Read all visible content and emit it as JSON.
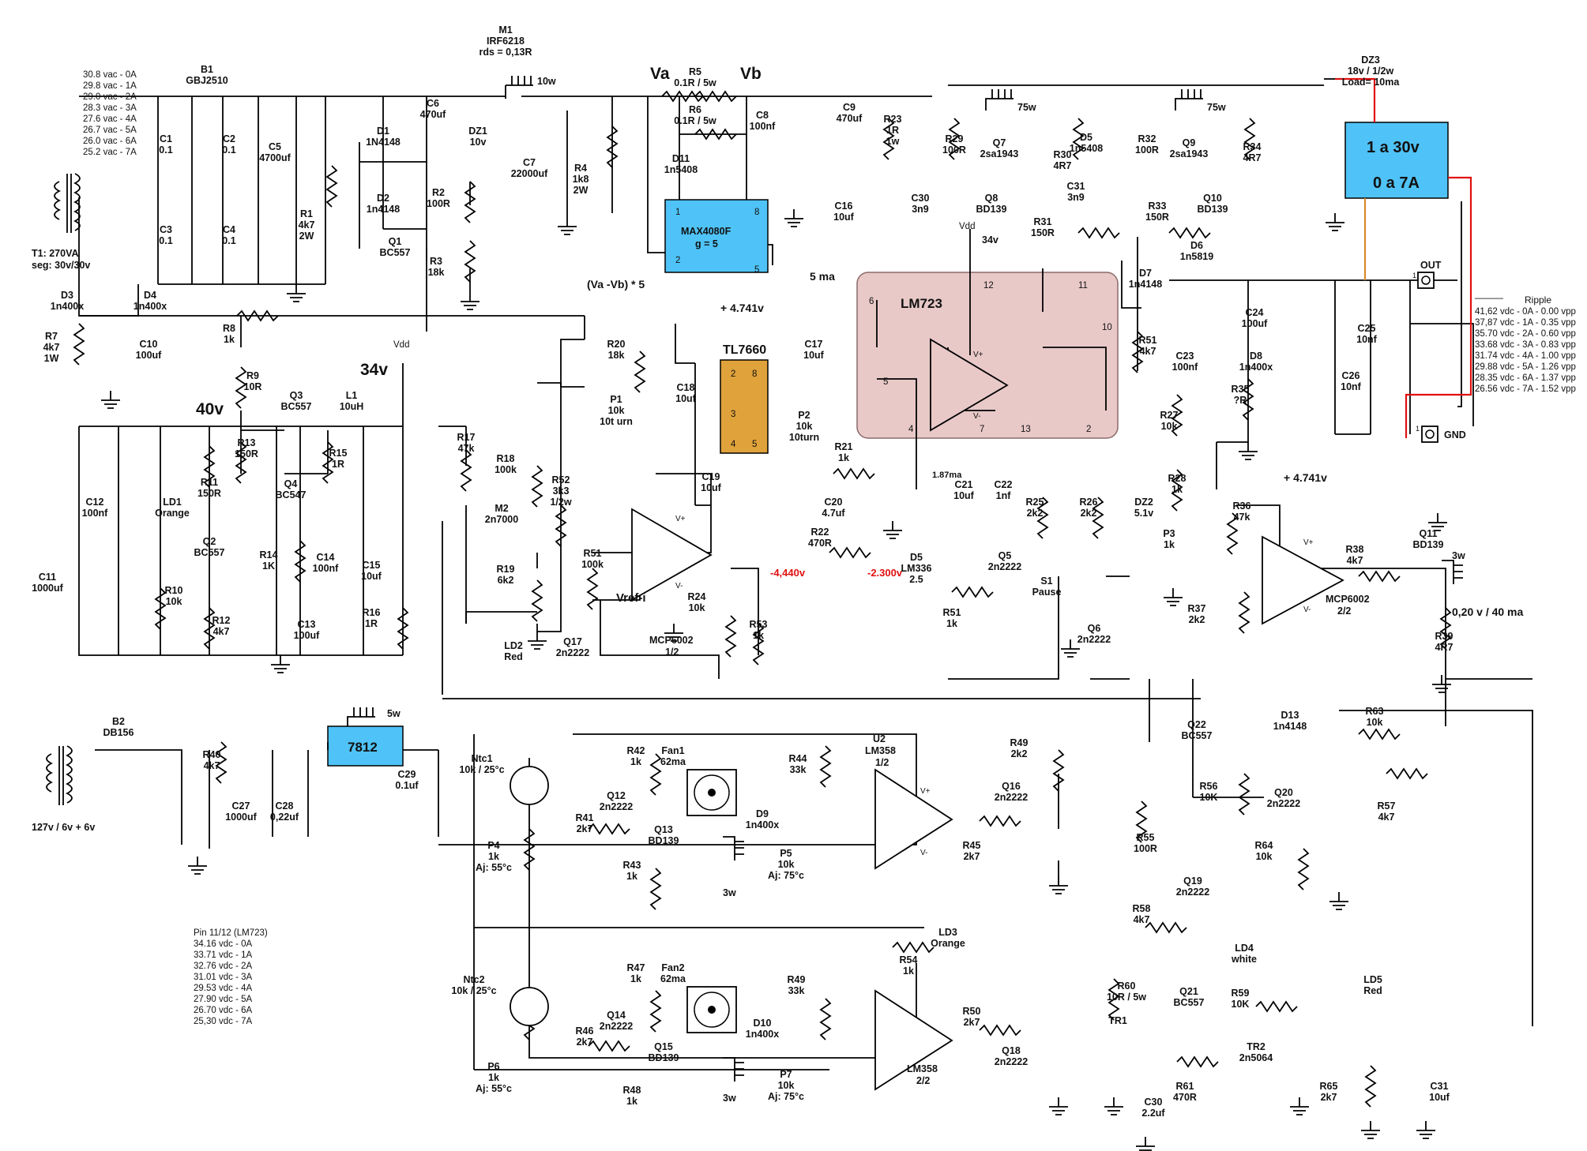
{
  "colors": {
    "max4080_fill": "#4fc3f7",
    "lm723_fill": "#e8c9c8",
    "tl7660_fill": "#e0a23a",
    "regulator_fill": "#4fc3f7",
    "display_fill": "#4fc3f7",
    "wire_red": "#e01010",
    "wire_orange": "#d98a2b",
    "voltage_red": "#e01010"
  },
  "nodes": {
    "va": "Va",
    "vb": "Vb",
    "v40": "40v",
    "v34": "34v",
    "vdd_top": "Vdd",
    "vdd_mid": "Vdd",
    "v34_small": "34v",
    "vref_i": "Vref-i",
    "va_vb_gain": "(Va -Vb) * 5",
    "five_ma": "5 ma",
    "ref_4741_a": "+ 4.741v",
    "ref_4741_b": "+ 4.741v",
    "v_neg_4440": "-4,440v",
    "v_neg_2300": "-2.300v",
    "i_187ma": "1.87ma",
    "out_20v": "0,20 v / 40 ma",
    "out_label": "OUT",
    "gnd_label": "GND",
    "pin_num_1a": "1",
    "pin_num_1b": "1"
  },
  "transformer1": {
    "name": "T1: 270VA",
    "secondary": "seg: 30v/30v",
    "taps": [
      "30.8 vac - 0A",
      "29.8 vac - 1A",
      "29.0 vac - 2A",
      "28.3 vac - 3A",
      "27.6 vac - 4A",
      "26.7 vac - 5A",
      "26.0 vac - 6A",
      "25.2 vac - 7A"
    ]
  },
  "transformer2": {
    "name": "127v / 6v + 6v"
  },
  "ic": {
    "max4080": {
      "name": "MAX4080F",
      "gain": "g = 5",
      "p1": "1",
      "p2": "2",
      "p5": "5",
      "p8": "8"
    },
    "lm723": {
      "name": "LM723",
      "p2": "2",
      "p4": "4",
      "p5": "5",
      "p6": "6",
      "p7": "7",
      "p10": "10",
      "p11": "11",
      "p12": "12",
      "p13": "13",
      "vplus": "V+",
      "vminus": "V-"
    },
    "tl7660": {
      "name": "TL7660",
      "p2": "2",
      "p3": "3",
      "p4": "4",
      "p5": "5",
      "p8": "8"
    },
    "reg7812": {
      "name": "7812",
      "heat": "5w"
    },
    "mcp_a": {
      "name": "MCP6002",
      "part": "1/2",
      "vplus": "V+",
      "vminus": "V-"
    },
    "mcp_b": {
      "name": "MCP6002",
      "part": "2/2",
      "vplus": "V+",
      "vminus": "V-"
    },
    "u2a": {
      "name": "U2",
      "type": "LM358",
      "part": "1/2",
      "vplus": "V+",
      "vminus": "V-"
    },
    "u2b": {
      "type": "LM358",
      "part": "2/2"
    }
  },
  "display": {
    "line1": "1 a 30v",
    "line2": "0 a 7A"
  },
  "heat": {
    "m1": "10w",
    "q7": "75w",
    "q9": "75w",
    "q11": "3w",
    "q13": "3w",
    "q15": "3w"
  },
  "components": {
    "B1": [
      "B1",
      "GBJ2510"
    ],
    "B2": [
      "B2",
      "DB156"
    ],
    "C1": [
      "C1",
      "0.1"
    ],
    "C2": [
      "C2",
      "0.1"
    ],
    "C3": [
      "C3",
      "0.1"
    ],
    "C4": [
      "C4",
      "0.1"
    ],
    "C5": [
      "C5",
      "4700uf"
    ],
    "R1": [
      "R1",
      "4k7",
      "2W"
    ],
    "D1": [
      "D1",
      "1N4148"
    ],
    "D2": [
      "D2",
      "1n4148"
    ],
    "C6": [
      "C6",
      "470uf"
    ],
    "DZ1": [
      "DZ1",
      "10v"
    ],
    "R2": [
      "R2",
      "100R"
    ],
    "R3": [
      "R3",
      "18k"
    ],
    "Q1": [
      "Q1",
      "BC557"
    ],
    "M1": [
      "M1",
      "IRF6218",
      "rds = 0,13R"
    ],
    "C7": [
      "C7",
      "22000uf"
    ],
    "R4": [
      "R4",
      "1k8",
      "2W"
    ],
    "R5": [
      "R5",
      "0.1R / 5w"
    ],
    "R6": [
      "R6",
      "0.1R / 5w"
    ],
    "D11": [
      "D11",
      "1n5408"
    ],
    "C8": [
      "C8",
      "100nf"
    ],
    "C9": [
      "C9",
      "470uf"
    ],
    "R23": [
      "R23",
      "1R",
      "1w"
    ],
    "C16": [
      "C16",
      "10uf"
    ],
    "C30a": [
      "C30",
      "3n9"
    ],
    "R29": [
      "R29",
      "100R"
    ],
    "Q7": [
      "Q7",
      "2sa1943"
    ],
    "R30": [
      "R30",
      "4R7"
    ],
    "D5": [
      "D5",
      "1n5408"
    ],
    "R32": [
      "R32",
      "100R"
    ],
    "Q9": [
      "Q9",
      "2sa1943"
    ],
    "R34": [
      "R34",
      "4R7"
    ],
    "Q8": [
      "Q8",
      "BD139"
    ],
    "C31a": [
      "C31",
      "3n9"
    ],
    "Q10": [
      "Q10",
      "BD139"
    ],
    "R31": [
      "R31",
      "150R"
    ],
    "R33": [
      "R33",
      "150R"
    ],
    "D6": [
      "D6",
      "1n5819"
    ],
    "D7": [
      "D7",
      "1n4148"
    ],
    "R51a": [
      "R51",
      "4k7"
    ],
    "C24": [
      "C24",
      "100uf"
    ],
    "D8": [
      "D8",
      "1n400x"
    ],
    "R35": [
      "R35",
      "?R"
    ],
    "C23": [
      "C23",
      "100nf"
    ],
    "R27": [
      "R27",
      "10k"
    ],
    "R28": [
      "R28",
      "1k"
    ],
    "DZ2": [
      "DZ2",
      "5.1v"
    ],
    "P3": [
      "P3",
      "1k"
    ],
    "DZ3": [
      "DZ3",
      "18v / 1/2w",
      "Load= 10ma"
    ],
    "C25": [
      "C25",
      "10nf"
    ],
    "C26": [
      "C26",
      "10nf"
    ],
    "D3": [
      "D3",
      "1n400x"
    ],
    "D4": [
      "D4",
      "1n400x"
    ],
    "R7": [
      "R7",
      "4k7",
      "1W"
    ],
    "C10": [
      "C10",
      "100uf"
    ],
    "R8": [
      "R8",
      "1k"
    ],
    "R9": [
      "R9",
      "10R"
    ],
    "Q3": [
      "Q3",
      "BC557"
    ],
    "L1": [
      "L1",
      "10uH"
    ],
    "R13": [
      "R13",
      "150R"
    ],
    "R15": [
      "R15",
      "1R"
    ],
    "Q4": [
      "Q4",
      "BC547"
    ],
    "C12": [
      "C12",
      "100nf"
    ],
    "LD1": [
      "LD1",
      "Orange"
    ],
    "R11": [
      "R11",
      "150R"
    ],
    "Q2": [
      "Q2",
      "BC557"
    ],
    "C11": [
      "C11",
      "1000uf"
    ],
    "R10": [
      "R10",
      "10k"
    ],
    "R12": [
      "R12",
      "4k7"
    ],
    "R14": [
      "R14",
      "1K"
    ],
    "C13": [
      "C13",
      "100uf"
    ],
    "C14": [
      "C14",
      "100nf"
    ],
    "C15": [
      "C15",
      "10uf"
    ],
    "R16": [
      "R16",
      "1R"
    ],
    "R17": [
      "R17",
      "47k"
    ],
    "R18": [
      "R18",
      "100k"
    ],
    "M2": [
      "M2",
      "2n7000"
    ],
    "R19": [
      "R19",
      "6k2"
    ],
    "R52": [
      "R52",
      "3k3",
      "1/2w"
    ],
    "R51b": [
      "R51",
      "100k"
    ],
    "LD2": [
      "LD2",
      "Red"
    ],
    "Q17": [
      "Q17",
      "2n2222"
    ],
    "R20": [
      "R20",
      "18k"
    ],
    "P1": [
      "P1",
      "10k",
      "10t urn"
    ],
    "C18": [
      "C18",
      "10uf"
    ],
    "C19": [
      "C19",
      "10uf"
    ],
    "C17": [
      "C17",
      "10uf"
    ],
    "P2": [
      "P2",
      "10k",
      "10turn"
    ],
    "R21": [
      "R21",
      "1k"
    ],
    "C20": [
      "C20",
      "4.7uf"
    ],
    "R22": [
      "R22",
      "470R"
    ],
    "D5b": [
      "D5",
      "LM336",
      "2.5"
    ],
    "C21": [
      "C21",
      "10uf"
    ],
    "C22": [
      "C22",
      "1nf"
    ],
    "R25": [
      "R25",
      "2k2"
    ],
    "R26": [
      "R26",
      "2k2"
    ],
    "Q5": [
      "Q5",
      "2n2222"
    ],
    "S1": [
      "S1",
      "Pause"
    ],
    "Q6": [
      "Q6",
      "2n2222"
    ],
    "R51c": [
      "R51",
      "1k"
    ],
    "R24": [
      "R24",
      "10k"
    ],
    "R53": [
      "R53",
      "1k"
    ],
    "R36": [
      "R36",
      "47k"
    ],
    "R37": [
      "R37",
      "2k2"
    ],
    "R38": [
      "R38",
      "4k7"
    ],
    "Q11": [
      "Q11",
      "BD139"
    ],
    "R39": [
      "R39",
      "4R7"
    ],
    "R40": [
      "R40",
      "4k7"
    ],
    "C27": [
      "C27",
      "1000uf"
    ],
    "C28": [
      "C28",
      "0,22uf"
    ],
    "C29": [
      "C29",
      "0.1uf"
    ],
    "Ntc1": [
      "Ntc1",
      "10k / 25°c"
    ],
    "P4": [
      "P4",
      "1k",
      "Aj: 55°c"
    ],
    "R42": [
      "R42",
      "1k"
    ],
    "Q12": [
      "Q12",
      "2n2222"
    ],
    "R41": [
      "R41",
      "2k7"
    ],
    "Fan1": [
      "Fan1",
      "62ma"
    ],
    "D9": [
      "D9",
      "1n400x"
    ],
    "Q13": [
      "Q13",
      "BD139"
    ],
    "R43": [
      "R43",
      "1k"
    ],
    "R44": [
      "R44",
      "33k"
    ],
    "P5": [
      "P5",
      "10k",
      "Aj: 75°c"
    ],
    "R45": [
      "R45",
      "2k7"
    ],
    "Q16": [
      "Q16",
      "2n2222"
    ],
    "R49a": [
      "R49",
      "2k2"
    ],
    "Ntc2": [
      "Ntc2",
      "10k / 25°c"
    ],
    "P6": [
      "P6",
      "1k",
      "Aj: 55°c"
    ],
    "R47": [
      "R47",
      "1k"
    ],
    "Q14": [
      "Q14",
      "2n2222"
    ],
    "R46": [
      "R46",
      "2k7"
    ],
    "Fan2": [
      "Fan2",
      "62ma"
    ],
    "D10": [
      "D10",
      "1n400x"
    ],
    "Q15": [
      "Q15",
      "BD139"
    ],
    "R48": [
      "R48",
      "1k"
    ],
    "R49b": [
      "R49",
      "33k"
    ],
    "P7": [
      "P7",
      "10k",
      "Aj: 75°c"
    ],
    "R50": [
      "R50",
      "2k7"
    ],
    "Q18": [
      "Q18",
      "2n2222"
    ],
    "R54": [
      "R54",
      "1k"
    ],
    "LD3": [
      "LD3",
      "Orange"
    ],
    "Q22": [
      "Q22",
      "BC557"
    ],
    "D13": [
      "D13",
      "1n4148"
    ],
    "R63": [
      "R63",
      "10k"
    ],
    "R56": [
      "R56",
      "10K"
    ],
    "Q20": [
      "Q20",
      "2n2222"
    ],
    "R57": [
      "R57",
      "4k7"
    ],
    "R55": [
      "R55",
      "100R"
    ],
    "R64": [
      "R64",
      "10k"
    ],
    "Q19": [
      "Q19",
      "2n2222"
    ],
    "R58": [
      "R58",
      "4k7"
    ],
    "LD4": [
      "LD4",
      "white"
    ],
    "LD5": [
      "LD5",
      "Red"
    ],
    "R60": [
      "R60",
      "10R / 5w"
    ],
    "TR1": [
      "TR1"
    ],
    "Q21": [
      "Q21",
      "BC557"
    ],
    "R59": [
      "R59",
      "10K"
    ],
    "TR2": [
      "TR2",
      "2n5064"
    ],
    "R61": [
      "R61",
      "470R"
    ],
    "C30b": [
      "C30",
      "2.2uf"
    ],
    "R65": [
      "R65",
      "2k7"
    ],
    "C31b": [
      "C31",
      "10uf"
    ]
  },
  "ripple_table": {
    "title": "Ripple",
    "rows": [
      "41,62 vdc - 0A - 0.00 vpp",
      "37,87 vdc - 1A - 0.35 vpp",
      "35.70 vdc - 2A - 0.60 vpp",
      "33.68 vdc - 3A - 0.83 vpp",
      "31.74 vdc - 4A - 1.00 vpp",
      "29.88 vdc - 5A - 1.26 vpp",
      "28.35 vdc - 6A - 1.37 vpp",
      "26.56 vdc - 7A - 1.52 vpp"
    ]
  },
  "pin_table": {
    "title": "Pin 11/12 (LM723)",
    "rows": [
      "34.16 vdc - 0A",
      "33.71 vdc - 1A",
      "32.76 vdc - 2A",
      "31.01 vdc - 3A",
      "29.53 vdc - 4A",
      "27.90 vdc - 5A",
      "26.70 vdc - 6A",
      "25,30 vdc - 7A"
    ]
  }
}
